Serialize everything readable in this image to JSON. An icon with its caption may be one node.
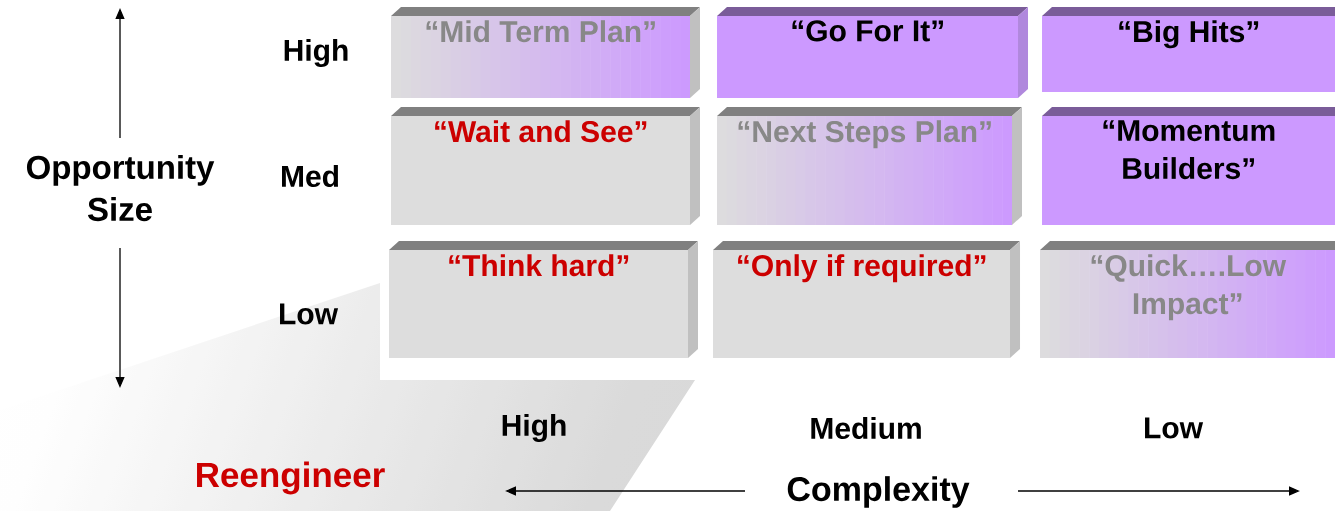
{
  "diagram": {
    "nodes": [
      {
        "text": [
          "“Mid Term Plan”"
        ]
      },
      {
        "text": [
          "“Go For It”"
        ]
      },
      {
        "text": [
          "“Big Hits”"
        ]
      },
      {
        "text": [
          "“Wait and See”"
        ]
      },
      {
        "text": [
          "“Next Steps Plan”"
        ]
      },
      {
        "text": [
          "“Momentum Builders”"
        ]
      },
      {
        "text": [
          "“Think hard”"
        ]
      },
      {
        "text": [
          "“Only if required”"
        ]
      },
      {
        "text": [
          "“Quick….Low Impact”"
        ]
      }
    ],
    "labels": [
      "High",
      "Opportunity Size",
      "Med",
      "Low",
      "High",
      "Medium",
      "Low",
      "Reengineer",
      "Complexity"
    ]
  }
}
